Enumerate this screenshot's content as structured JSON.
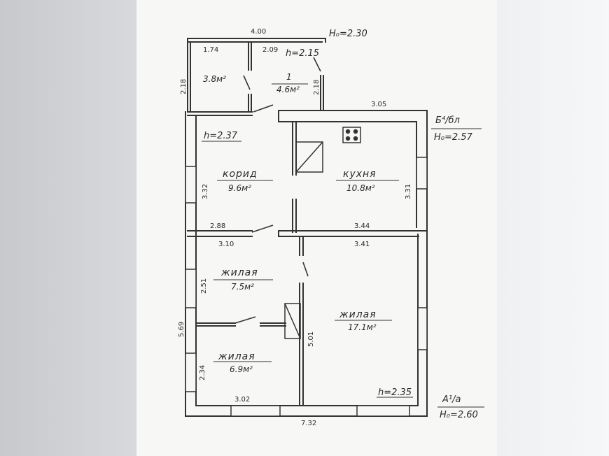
{
  "plan": {
    "top_dim": "4.00",
    "ho_top": "H₀=2.30",
    "dim_174": "1.74",
    "dim_209": "2.09",
    "h_215": "h=2.15",
    "dim_218_left": "2.18",
    "dim_218_right": "2.18",
    "room_small_area": "3.8м²",
    "room_1_name": "1",
    "room_1_area": "4.6м²",
    "dim_305": "3.05",
    "b_label": "Б⁴/бл",
    "ho_b": "H₀=2.57",
    "h_237": "h=2.37",
    "corridor_name": "корид",
    "corridor_area": "9.6м²",
    "kitchen_name": "кухня",
    "kitchen_area": "10.8м²",
    "dim_332": "3.32",
    "dim_331": "3.31",
    "dim_288": "2.88",
    "dim_344": "3.44",
    "dim_310": "3.10",
    "dim_341": "3.41",
    "living_a_name": "жилая",
    "living_a_area": "7.5м²",
    "dim_251": "2.51",
    "living_big_name": "жилая",
    "living_big_area": "17.1м²",
    "dim_569": "5.69",
    "dim_501": "5.01",
    "living_b_name": "жилая",
    "living_b_area": "6.9м²",
    "dim_234": "2.34",
    "dim_302": "3.02",
    "h_235": "h=2.35",
    "a_label": "A¹/а",
    "ho_a": "H₀=2.60",
    "dim_732": "7.32"
  }
}
